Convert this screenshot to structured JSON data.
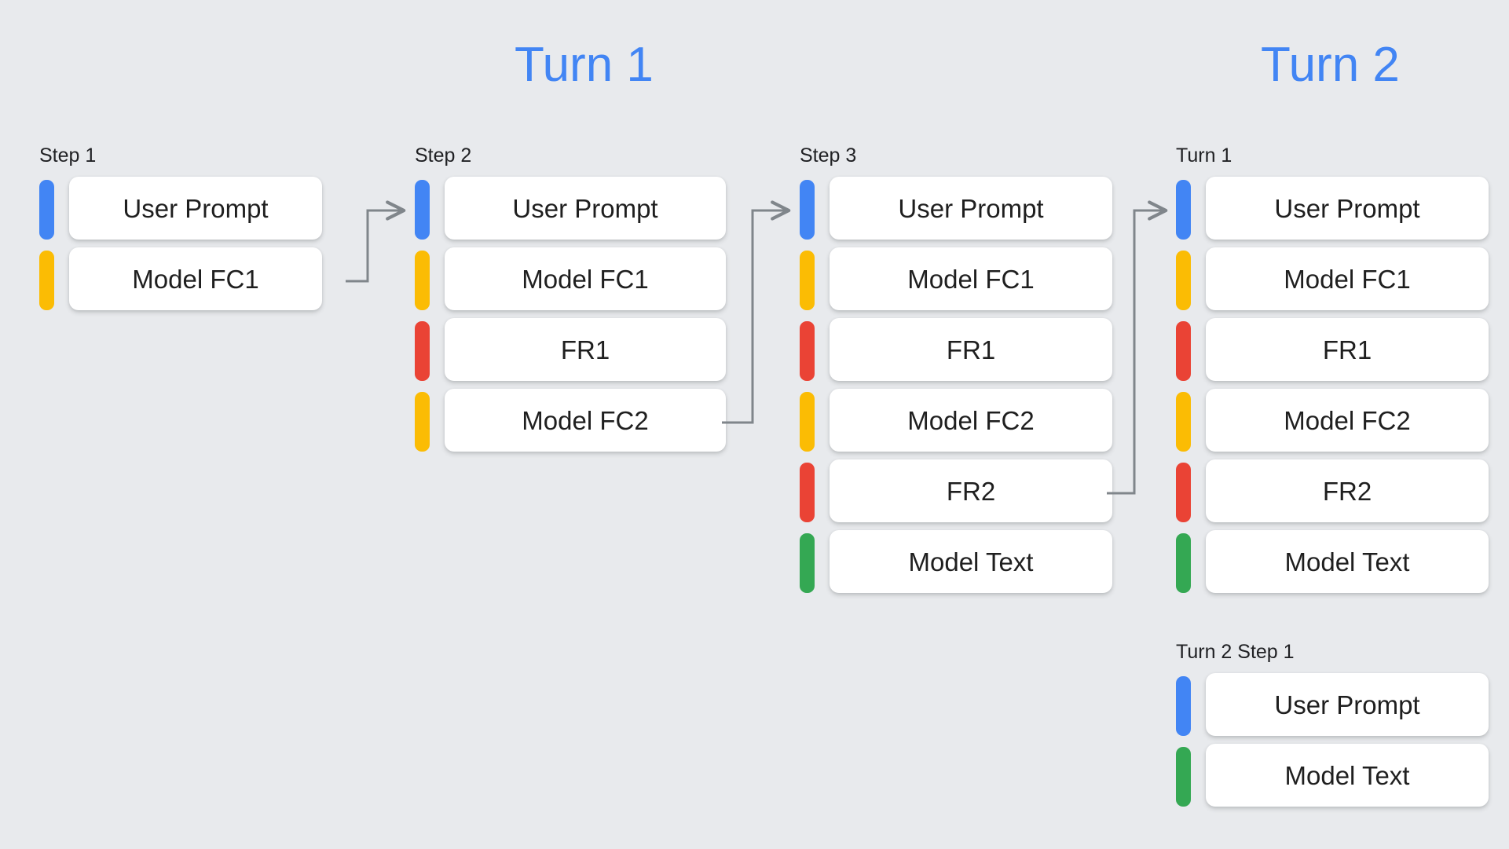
{
  "background_color": "#E8EAED",
  "palette": {
    "blue": "#4285F4",
    "yellow": "#FBBC04",
    "red": "#EA4335",
    "green": "#34A853",
    "connector_gray": "#80868B",
    "card_white": "#FFFFFF",
    "text_dark": "#1F1F1F"
  },
  "headings": [
    {
      "label": "Turn 1",
      "color": "#4285F4"
    },
    {
      "label": "Turn 2",
      "color": "#4285F4"
    }
  ],
  "columns": [
    {
      "id": "step-1",
      "label": "Step 1",
      "rows": [
        {
          "label": "User Prompt",
          "color": "blue"
        },
        {
          "label": "Model FC1",
          "color": "yellow"
        }
      ]
    },
    {
      "id": "step-2",
      "label": "Step 2",
      "rows": [
        {
          "label": "User Prompt",
          "color": "blue"
        },
        {
          "label": "Model FC1",
          "color": "yellow"
        },
        {
          "label": "FR1",
          "color": "red"
        },
        {
          "label": "Model FC2",
          "color": "yellow"
        }
      ]
    },
    {
      "id": "step-3",
      "label": "Step 3",
      "rows": [
        {
          "label": "User Prompt",
          "color": "blue"
        },
        {
          "label": "Model FC1",
          "color": "yellow"
        },
        {
          "label": "FR1",
          "color": "red"
        },
        {
          "label": "Model FC2",
          "color": "yellow"
        },
        {
          "label": "FR2",
          "color": "red"
        },
        {
          "label": "Model Text",
          "color": "green"
        }
      ]
    },
    {
      "id": "turn-1-history",
      "label": "Turn 1",
      "rows": [
        {
          "label": "User Prompt",
          "color": "blue"
        },
        {
          "label": "Model FC1",
          "color": "yellow"
        },
        {
          "label": "FR1",
          "color": "red"
        },
        {
          "label": "Model FC2",
          "color": "yellow"
        },
        {
          "label": "FR2",
          "color": "red"
        },
        {
          "label": "Model Text",
          "color": "green"
        }
      ]
    },
    {
      "id": "turn-2-step-1",
      "label": "Turn 2 Step 1",
      "rows": [
        {
          "label": "User Prompt",
          "color": "blue"
        },
        {
          "label": "Model Text",
          "color": "green"
        }
      ]
    }
  ],
  "connectors": [
    {
      "id": "step1-to-step2",
      "from": "Model FC1 (Step 1)",
      "to": "User Prompt (Step 2)"
    },
    {
      "id": "step2-to-step3",
      "from": "Model FC2 (Step 2)",
      "to": "User Prompt (Step 3)"
    },
    {
      "id": "step3-to-turn1",
      "from": "FR2 (Step 3)",
      "to": "User Prompt (Turn 1)"
    }
  ]
}
